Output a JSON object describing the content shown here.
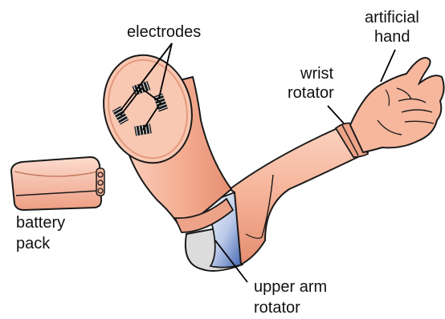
{
  "labels": {
    "electrodes": "electrodes",
    "artificial_hand_line1": "artificial",
    "artificial_hand_line2": "hand",
    "wrist_rotator_line1": "wrist",
    "wrist_rotator_line2": "rotator",
    "battery_pack_line1": "battery",
    "battery_pack_line2": "pack",
    "upper_arm_rotator_line1": "upper arm",
    "upper_arm_rotator_line2": "rotator"
  },
  "colors": {
    "skin": "#f6b79d",
    "skin_dark": "#e48f73",
    "skin_light": "#fbd6c4",
    "outline": "#1a1a1a",
    "rotator_blue": "#5d7fc4",
    "rotator_grey": "#dcdcdc",
    "electrode": "#1a1a1a"
  }
}
